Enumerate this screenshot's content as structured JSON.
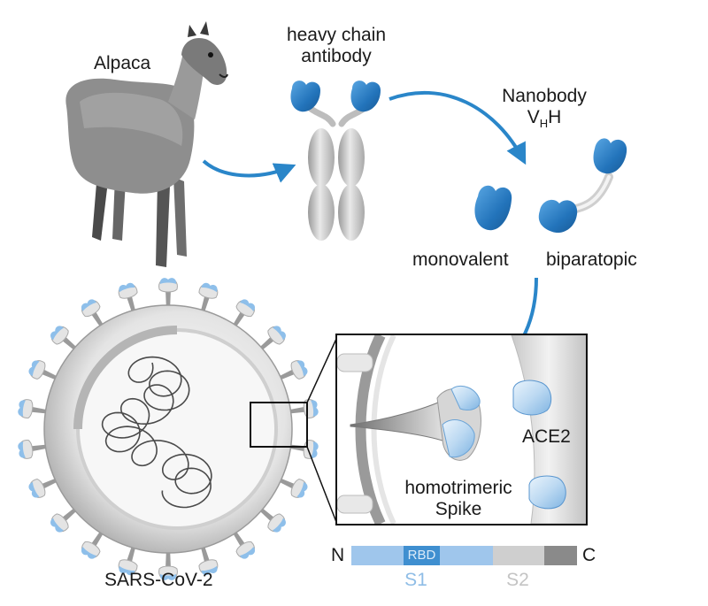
{
  "labels": {
    "alpaca": "Alpaca",
    "heavy_chain_line1": "heavy chain",
    "heavy_chain_line2": "antibody",
    "nanobody_line1": "Nanobody",
    "vhh_v": "V",
    "vhh_sub": "H",
    "vhh_h": "H",
    "monovalent": "monovalent",
    "biparatopic": "biparatopic",
    "ace2": "ACE2",
    "spike_line1": "homotrimeric",
    "spike_line2": "Spike",
    "virus": "SARS-CoV-2"
  },
  "domain_bar": {
    "n_term": "N",
    "c_term": "C",
    "rbd": "RBD",
    "s1": "S1",
    "s2": "S2"
  },
  "colors": {
    "nanobody_blue": "#2a7fc4",
    "light_blue": "#9fc6ec",
    "pale_blue": "#cfe3f5",
    "arrow_blue": "#2a86c9",
    "rbd_blue": "#3f8fd0",
    "gray_light": "#cfcfcf",
    "gray_dark": "#8a8a8a"
  },
  "icons": {
    "alpaca": "alpaca-photo-icon",
    "antibody": "heavy-chain-antibody-icon",
    "nanobody": "nanobody-icon",
    "virus": "sars-cov-2-virion-icon"
  }
}
